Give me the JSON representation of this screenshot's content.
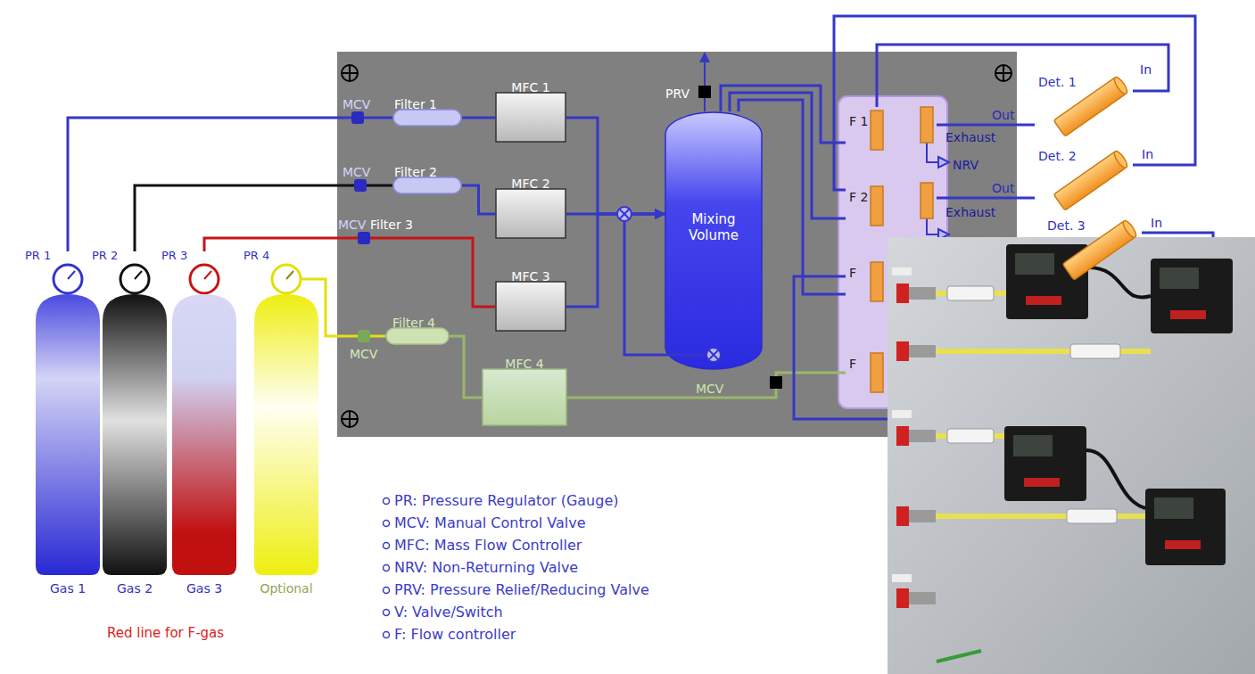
{
  "diagram": {
    "nodes": [
      {
        "text": [
          "PR 1"
        ]
      },
      {
        "text": [
          "PR 2"
        ]
      },
      {
        "text": [
          "PR 3"
        ]
      },
      {
        "text": [
          "PR 4"
        ]
      },
      {
        "text": [
          "Gas 1"
        ]
      },
      {
        "text": [
          "Gas 2"
        ]
      },
      {
        "text": [
          "Gas 3"
        ]
      },
      {
        "text": [
          "Optional"
        ]
      },
      {
        "text": [
          "Filter 1"
        ]
      },
      {
        "text": [
          "Filter 2"
        ]
      },
      {
        "text": [
          "Filter 4"
        ]
      },
      {
        "text": [
          "MFC 1"
        ]
      },
      {
        "text": [
          "MFC 2"
        ]
      },
      {
        "text": [
          "MFC 3"
        ]
      },
      {
        "text": [
          "MFC 4"
        ]
      },
      {
        "text": [
          "Mixing Volume"
        ]
      },
      {
        "text": [
          "F 1"
        ]
      },
      {
        "text": [
          "F 2"
        ]
      },
      {
        "text": [
          "F"
        ]
      },
      {
        "text": [
          "F"
        ]
      },
      {
        "text": [
          "Det. 1"
        ]
      },
      {
        "text": [
          "Det. 2"
        ]
      },
      {
        "text": [
          "Det. 3"
        ]
      }
    ],
    "edges": [
      {
        "from": 0,
        "to": 8,
        "arrow": "none"
      },
      {
        "from": 8,
        "to": 11,
        "arrow": "none"
      },
      {
        "from": 1,
        "to": 9,
        "arrow": "none"
      },
      {
        "from": 9,
        "to": 12,
        "arrow": "none"
      },
      {
        "from": 2,
        "to": 13,
        "arrow": "none"
      },
      {
        "from": 3,
        "to": 10,
        "arrow": "none"
      },
      {
        "from": 10,
        "to": 14,
        "arrow": "none"
      },
      {
        "from": 11,
        "to": 15,
        "arrow": "to"
      },
      {
        "from": 12,
        "to": 15,
        "arrow": "to"
      },
      {
        "from": 13,
        "to": 15,
        "arrow": "to"
      },
      {
        "from": 15,
        "to": 16,
        "arrow": "none"
      },
      {
        "from": 15,
        "to": 17,
        "arrow": "none"
      },
      {
        "from": 15,
        "to": 18,
        "arrow": "none"
      },
      {
        "from": 14,
        "to": 19,
        "arrow": "none"
      },
      {
        "from": 16,
        "to": 20,
        "arrow": "none"
      },
      {
        "from": 20,
        "to": 16,
        "arrow": "none"
      },
      {
        "from": 17,
        "to": 21,
        "arrow": "none"
      },
      {
        "from": 21,
        "to": 17,
        "arrow": "none"
      },
      {
        "from": 18,
        "to": 22,
        "arrow": "none"
      }
    ],
    "labels": [
      "MCV",
      "MCV",
      "MCV",
      "Filter 3",
      "MCV",
      "PRV",
      "MCV",
      "Exhaust",
      "NRV",
      "Exhaust",
      "Out",
      "Out",
      "In",
      "In",
      "In",
      "PR: Pressure Regulator (Gauge)",
      "MCV: Manual Control Valve",
      "MFC: Mass Flow Controller",
      "NRV: Non-Returning Valve",
      "PRV: Pressure Relief/Reducing Valve",
      "V: Valve/Switch",
      "F: Flow controller",
      "Red line for F-gas"
    ]
  }
}
